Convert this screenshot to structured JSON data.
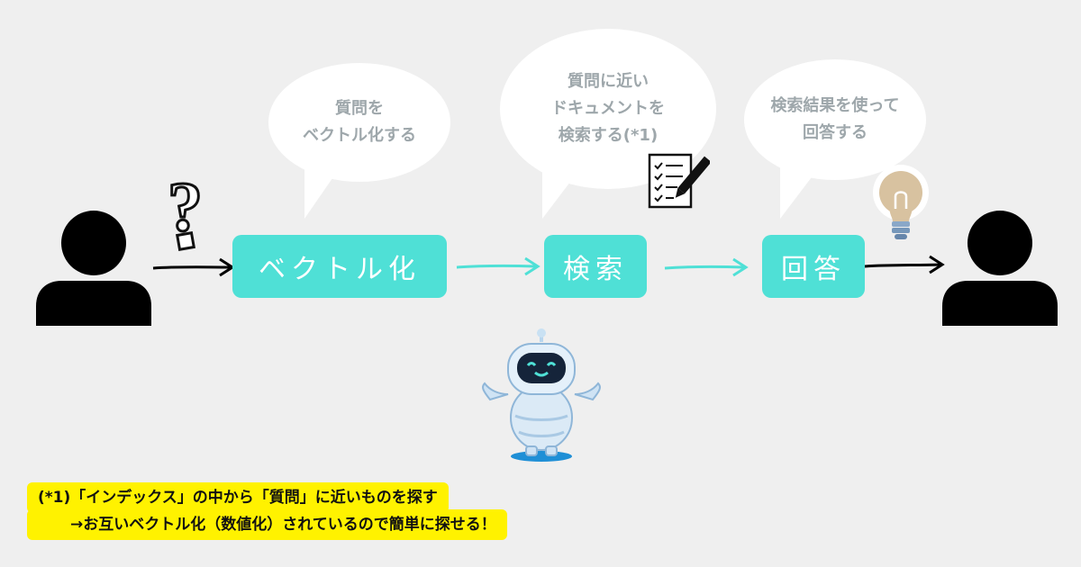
{
  "bubbles": {
    "vectorize": "質問を\nベクトル化する",
    "search": "質問に近い\nドキュメントを\n検索する(*1)",
    "answer": "検索結果を使って\n回答する"
  },
  "steps": {
    "vectorize": "ベクトル化",
    "search": "検索",
    "answer": "回答"
  },
  "question_mark": "?",
  "note": {
    "line1": "(*1)「インデックス」の中から「質問」に近いものを探す",
    "line2": "→お互いベクトル化（数値化）されているので簡単に探せる！"
  },
  "colors": {
    "background": "#efefef",
    "step": "#4fe0d6",
    "arrow_light": "#4fe0d6",
    "note_highlight": "#fff200",
    "bubble_text": "#9ea7ab"
  },
  "icons": [
    "user-icon",
    "question-mark-icon",
    "checklist-pen-icon",
    "lightbulb-icon",
    "robot-icon",
    "user-icon"
  ]
}
